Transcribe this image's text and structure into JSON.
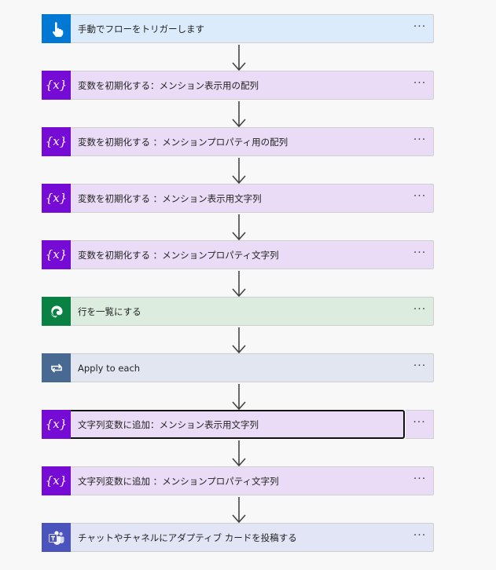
{
  "colors": {
    "trigger_bg": "#dcebfc",
    "trigger_icon": "#0078d4",
    "variable_bg": "#eadcf6",
    "variable_icon": "#770bd6",
    "dataverse_bg": "#dcecdf",
    "dataverse_icon": "#088142",
    "apply_bg": "#e1e6f0",
    "apply_icon": "#486991",
    "teams_bg": "#e2e5f5",
    "teams_icon": "#4b53bc",
    "arrow": "#444444"
  },
  "more_label": "···",
  "steps": [
    {
      "label": "手動でフローをトリガーします",
      "icon": "touch-icon",
      "kind": "trigger"
    },
    {
      "label": "変数を初期化する：メンション表示用の配列",
      "icon": "variable-icon",
      "kind": "variable"
    },
    {
      "label": "変数を初期化する ：メンションプロパティ用の配列",
      "icon": "variable-icon",
      "kind": "variable"
    },
    {
      "label": "変数を初期化する ：メンション表示用文字列",
      "icon": "variable-icon",
      "kind": "variable"
    },
    {
      "label": "変数を初期化する ：メンションプロパティ文字列",
      "icon": "variable-icon",
      "kind": "variable"
    },
    {
      "label": "行を一覧にする",
      "icon": "dataverse-icon",
      "kind": "dataverse"
    },
    {
      "label": "Apply to each",
      "icon": "loop-icon",
      "kind": "apply"
    },
    {
      "label": "文字列変数に追加：メンション表示用文字列",
      "icon": "variable-icon",
      "kind": "variable",
      "selected": true
    },
    {
      "label": "文字列変数に追加 ：メンションプロパティ文字列",
      "icon": "variable-icon",
      "kind": "variable"
    },
    {
      "label": "チャットやチャネルにアダプティブ カードを投稿する",
      "icon": "teams-icon",
      "kind": "teams"
    }
  ],
  "variable_symbol": "{x}"
}
